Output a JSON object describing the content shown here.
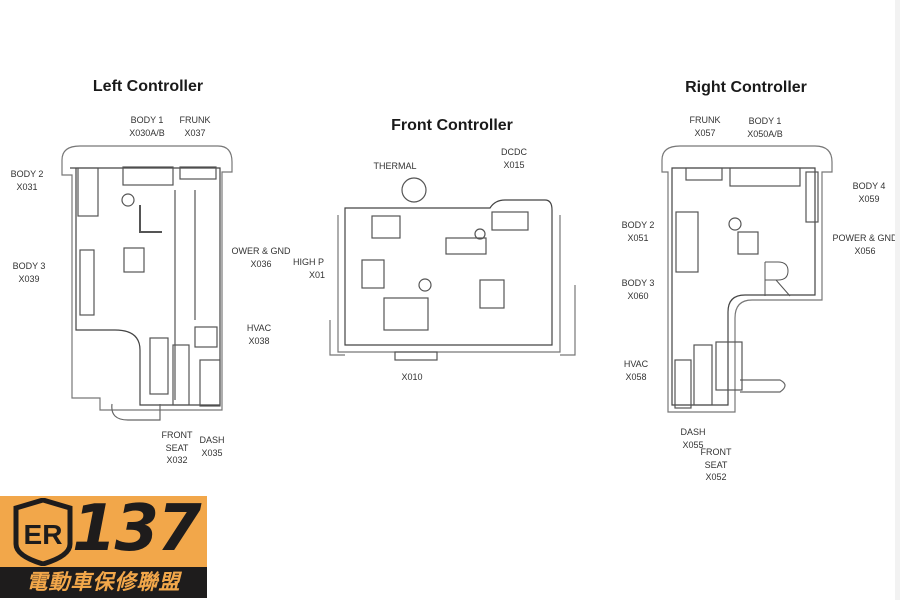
{
  "left": {
    "title": "Left Controller",
    "labels": {
      "body1": [
        "BODY 1",
        "X030A/B"
      ],
      "frunk": [
        "FRUNK",
        "X037"
      ],
      "body2": [
        "BODY 2",
        "X031"
      ],
      "body3": [
        "BODY 3",
        "X039"
      ],
      "power": [
        "OWER & GND",
        "X036"
      ],
      "hvac": [
        "HVAC",
        "X038"
      ],
      "front_seat": [
        "FRONT",
        "SEAT",
        "X032"
      ],
      "dash": [
        "DASH",
        "X035"
      ]
    }
  },
  "front": {
    "title": "Front Controller",
    "labels": {
      "high_power": [
        "HIGH P",
        "X01"
      ],
      "thermal": "THERMAL",
      "dcdc": [
        "DCDC",
        "X015"
      ],
      "x010": "X010"
    }
  },
  "right": {
    "title": "Right Controller",
    "labels": {
      "frunk": [
        "FRUNK",
        "X057"
      ],
      "body1": [
        "BODY 1",
        "X050A/B"
      ],
      "body4": [
        "BODY 4",
        "X059"
      ],
      "body2": [
        "BODY 2",
        "X051"
      ],
      "power": [
        "POWER & GND",
        "X056"
      ],
      "body3": [
        "BODY 3",
        "X060"
      ],
      "hvac": [
        "HVAC",
        "X058"
      ],
      "dash": [
        "DASH",
        "X055"
      ],
      "front_seat": [
        "FRONT",
        "SEAT",
        "X052"
      ]
    }
  },
  "logo": {
    "badge": "ER",
    "number": "137",
    "tagline": "電動車保修聯盟",
    "color": "#f2a74a"
  }
}
